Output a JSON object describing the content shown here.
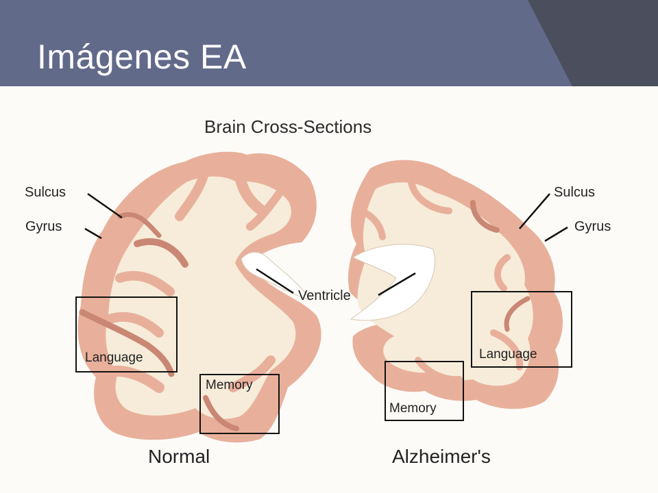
{
  "slide": {
    "title": "Imágenes EA"
  },
  "figure": {
    "title": "Brain Cross-Sections",
    "labels": {
      "sulcus_left": "Sulcus",
      "gyrus_left": "Gyrus",
      "sulcus_right": "Sulcus",
      "gyrus_right": "Gyrus",
      "ventricle": "Ventricle",
      "language_left": "Language",
      "memory_left": "Memory",
      "language_right": "Language",
      "memory_right": "Memory"
    },
    "captions": {
      "normal": "Normal",
      "alzheimers": "Alzheimer's"
    },
    "colors": {
      "header": "#626a8a",
      "header_dark": "#4a4d5c",
      "gray_matter": "#e8b09b",
      "gray_matter_dark": "#c98774",
      "white_matter": "#f6ecd9",
      "background": "#fdfbf8"
    }
  }
}
